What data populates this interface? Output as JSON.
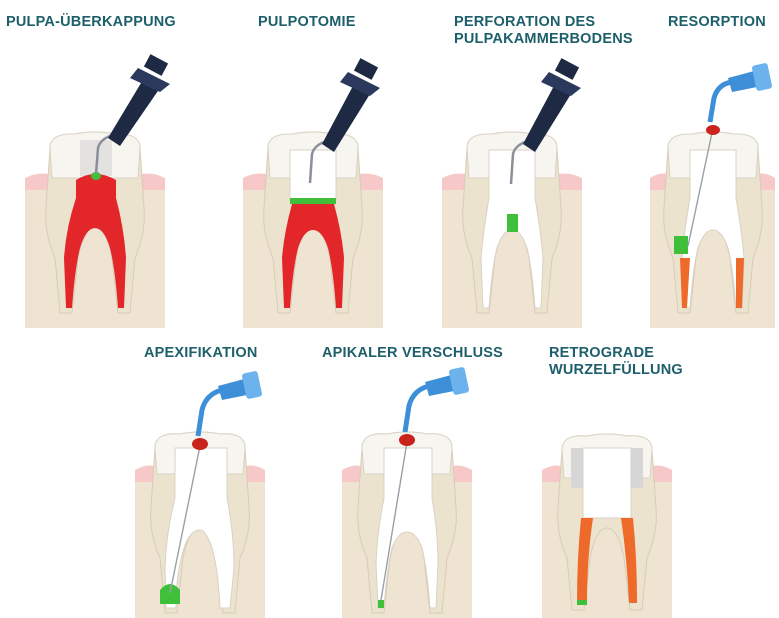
{
  "panels": [
    {
      "id": "pulpa-ueberkappung",
      "lines": [
        "PULPA-ÜBERKAPPUNG"
      ],
      "fill_color": "#3fbf3a",
      "pulp_color": "#e3262a",
      "instrument": "syringe"
    },
    {
      "id": "pulpotomie",
      "lines": [
        "PULPOTOMIE"
      ],
      "fill_color": "#3fbf3a",
      "pulp_color": "#e3262a",
      "instrument": "syringe"
    },
    {
      "id": "perforation",
      "lines": [
        "PERFORATION DES",
        "PULPAKAMMERBODENS"
      ],
      "fill_color": "#3fbf3a",
      "pulp_color": "",
      "instrument": "syringe"
    },
    {
      "id": "resorption",
      "lines": [
        "RESORPTION"
      ],
      "fill_color": "#3fbf3a",
      "pulp_color": "#ee6a2b",
      "instrument": "carrier"
    },
    {
      "id": "apexifikation",
      "lines": [
        "APEXIFIKATION"
      ],
      "fill_color": "#3fbf3a",
      "pulp_color": "",
      "instrument": "carrier"
    },
    {
      "id": "apikaler-verschluss",
      "lines": [
        "APIKALER VERSCHLUSS"
      ],
      "fill_color": "#3fbf3a",
      "pulp_color": "",
      "instrument": "carrier"
    },
    {
      "id": "retrograde",
      "lines": [
        "RETROGRADE",
        "WURZELFÜLLUNG"
      ],
      "fill_color": "#3fbf3a",
      "pulp_color": "#ee6a2b",
      "instrument": "none"
    }
  ],
  "colors": {
    "title": "#1d5f6a",
    "enamel": "#f7f5f0",
    "dentin": "#ece3cf",
    "bone": "#efe4d2",
    "gum": "#f6c8c8",
    "syringe": "#1e2a44",
    "carrier": "#3d8fd8",
    "plug": "#c9241c"
  }
}
